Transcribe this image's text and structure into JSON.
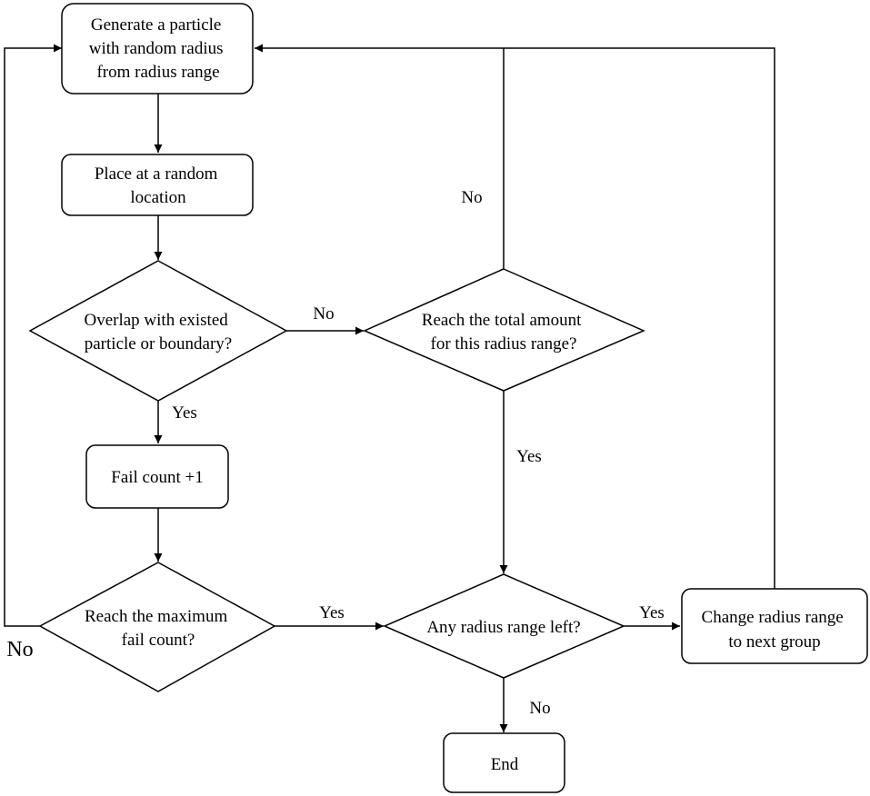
{
  "nodes": {
    "generate": {
      "lines": [
        "Generate a particle",
        "with random radius",
        "from radius range"
      ]
    },
    "place": {
      "lines": [
        "Place at a random",
        "location"
      ]
    },
    "overlap": {
      "lines": [
        "Overlap with existed",
        "particle or boundary?"
      ]
    },
    "reach_total": {
      "lines": [
        "Reach the total amount",
        "for this radius range?"
      ]
    },
    "fail_count": {
      "lines": [
        "Fail count +1"
      ]
    },
    "reach_max": {
      "lines": [
        "Reach the maximum",
        "fail count?"
      ]
    },
    "any_left": {
      "lines": [
        "Any radius range left?"
      ]
    },
    "change_range": {
      "lines": [
        "Change radius range",
        "to next group"
      ]
    },
    "end": {
      "lines": [
        "End"
      ]
    }
  },
  "edge_labels": {
    "overlap_no": "No",
    "overlap_yes": "Yes",
    "reach_total_no": "No",
    "reach_total_yes": "Yes",
    "reach_max_yes": "Yes",
    "reach_max_no": "No",
    "any_left_yes": "Yes",
    "any_left_no": "No"
  }
}
